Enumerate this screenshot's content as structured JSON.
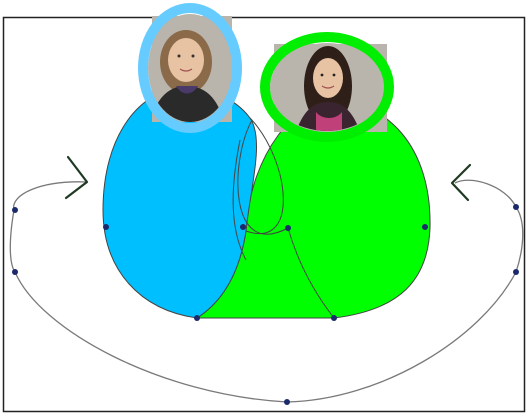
{
  "diagram": {
    "kind": "overlapping-circles-with-portraits",
    "colors": {
      "background": "#ffffff",
      "frame": "#222222",
      "left_circle_fill": "#00bfff",
      "right_circle_fill": "#00ff00",
      "left_portrait_ring": "#66ccff",
      "right_portrait_ring": "#00ee00",
      "curve": "#7a7a7a",
      "dot": "#1a2a6a",
      "arrow": "#1f3a22",
      "portrait_backdrop": "#b9b4ac",
      "portrait_skin": "#e7c2a3",
      "left_portrait_hair": "#8a6a48",
      "right_portrait_hair": "#2e2018",
      "left_portrait_shirt": "#2a2a2a",
      "right_portrait_shirt": "#3a2430"
    },
    "portraits": [
      {
        "id": "left",
        "label_icon": "girl-portrait-photo"
      },
      {
        "id": "right",
        "label_icon": "girl-portrait-photo"
      }
    ],
    "arrows": [
      {
        "id": "left",
        "direction": "right"
      },
      {
        "id": "right",
        "direction": "left"
      }
    ]
  }
}
